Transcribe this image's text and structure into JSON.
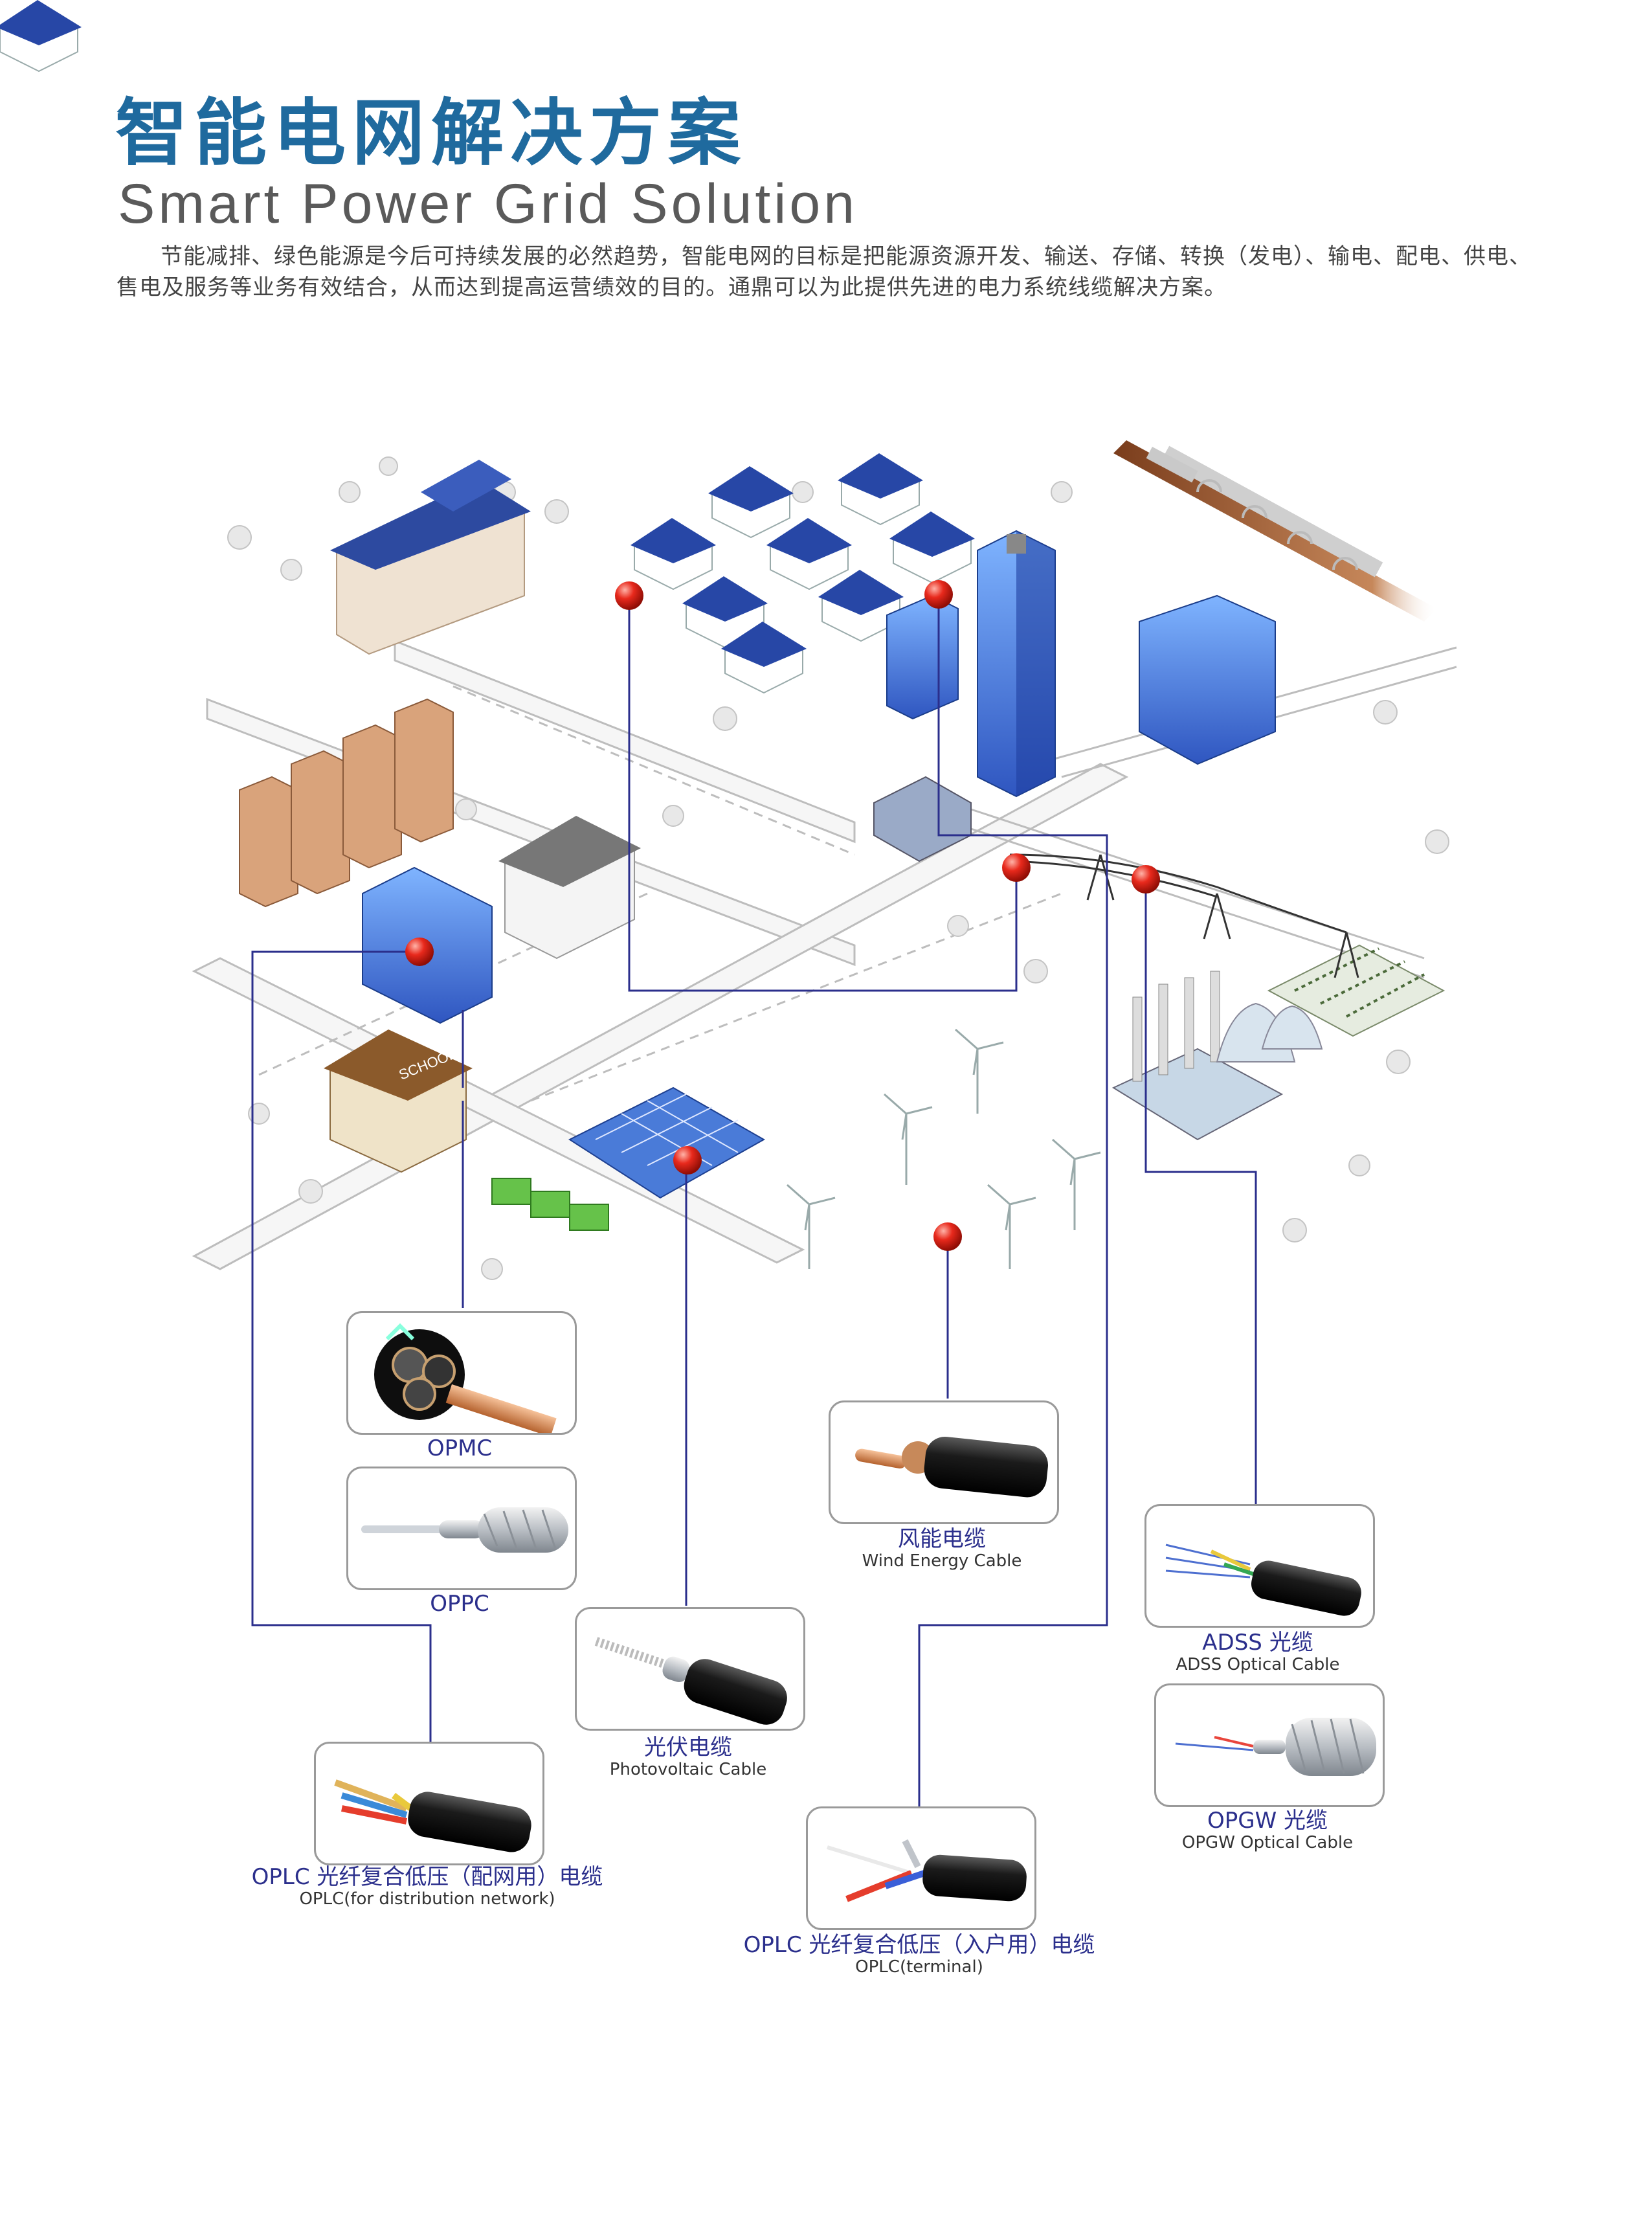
{
  "header": {
    "title_cn": "智能电网解决方案",
    "title_en": "Smart Power Grid Solution",
    "intro": "节能减排、绿色能源是今后可持续发展的必然趋势，智能电网的目标是把能源资源开发、输送、存储、转换（发电）、输电、配电、供电、售电及服务等业务有效结合，从而达到提高运营绩效的目的。通鼎可以为此提供先进的电力系统线缆解决方案。"
  },
  "scene_text": {
    "school_sign": "SCHOOL"
  },
  "cables": [
    {
      "id": "opmc",
      "name_cn": "OPMC",
      "name_en": ""
    },
    {
      "id": "oppc",
      "name_cn": "OPPC",
      "name_en": ""
    },
    {
      "id": "wind",
      "name_cn": "风能电缆",
      "name_en": "Wind Energy Cable"
    },
    {
      "id": "adss",
      "name_cn": "ADSS 光缆",
      "name_en": "ADSS Optical Cable"
    },
    {
      "id": "pv",
      "name_cn": "光伏电缆",
      "name_en": "Photovoltaic Cable"
    },
    {
      "id": "opgw",
      "name_cn": "OPGW 光缆",
      "name_en": "OPGW Optical Cable"
    },
    {
      "id": "oplc_dist",
      "name_cn": "OPLC 光纤复合低压（配网用）电缆",
      "name_en": "OPLC(for distribution network)"
    },
    {
      "id": "oplc_term",
      "name_cn": "OPLC 光纤复合低压（入户用）电缆",
      "name_en": "OPLC(terminal)"
    }
  ],
  "colors": {
    "title": "#1f6a9e",
    "connector": "#2b2f8c",
    "marker": "#e8291c",
    "building": "#3a62c8",
    "label": "#2b2f8c"
  }
}
